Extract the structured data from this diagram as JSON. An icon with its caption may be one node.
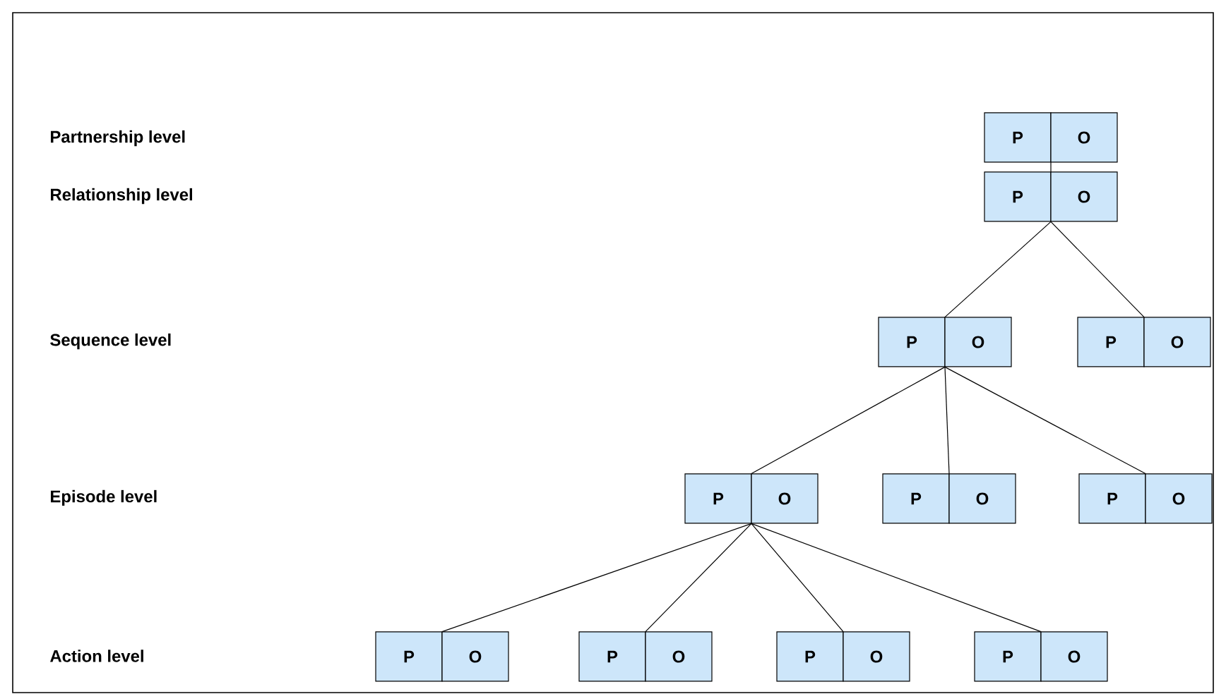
{
  "diagram": {
    "nodes": [
      {
        "text": [
          "P",
          "O"
        ]
      },
      {
        "text": [
          "P",
          "O"
        ]
      },
      {
        "text": [
          "P",
          "O"
        ]
      },
      {
        "text": [
          "P",
          "O"
        ]
      },
      {
        "text": [
          "P",
          "O"
        ]
      },
      {
        "text": [
          "P",
          "O"
        ]
      },
      {
        "text": [
          "P",
          "O"
        ]
      },
      {
        "text": [
          "P",
          "O"
        ]
      },
      {
        "text": [
          "P",
          "O"
        ]
      },
      {
        "text": [
          "P",
          "O"
        ]
      },
      {
        "text": [
          "P",
          "O"
        ]
      }
    ],
    "edges": [
      {
        "from": 0,
        "to": 1,
        "arrow": "none"
      },
      {
        "from": 1,
        "to": 2,
        "arrow": "none"
      },
      {
        "from": 1,
        "to": 3,
        "arrow": "none"
      },
      {
        "from": 2,
        "to": 4,
        "arrow": "none"
      },
      {
        "from": 2,
        "to": 5,
        "arrow": "none"
      },
      {
        "from": 2,
        "to": 6,
        "arrow": "none"
      },
      {
        "from": 4,
        "to": 7,
        "arrow": "none"
      },
      {
        "from": 4,
        "to": 8,
        "arrow": "none"
      },
      {
        "from": 4,
        "to": 9,
        "arrow": "none"
      },
      {
        "from": 4,
        "to": 10,
        "arrow": "none"
      }
    ],
    "labels": [
      "Partnership level",
      "Relationship level",
      "Sequence level",
      "Episode level",
      "Action level"
    ]
  }
}
